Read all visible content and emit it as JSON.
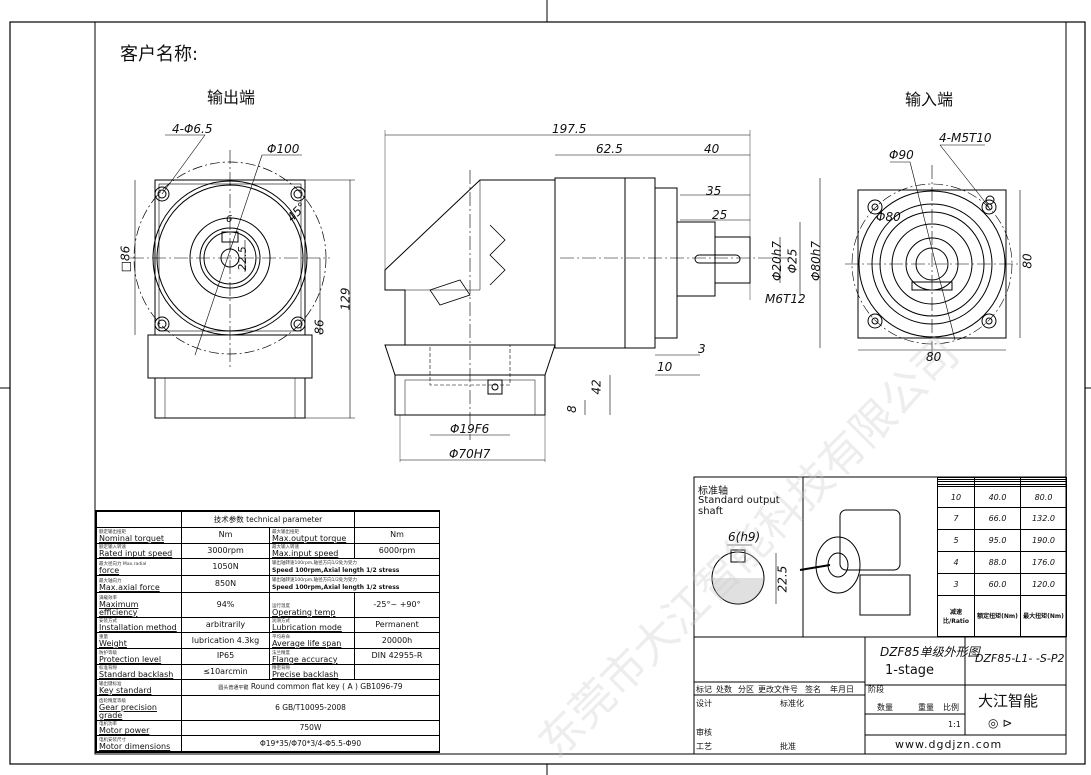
{
  "header": {
    "client_label": "客户名称:"
  },
  "views": {
    "output_side_label": "输出端",
    "input_side_label": "输入端"
  },
  "dims_left": {
    "holes": "4-Φ6.5",
    "pcd": "Φ100",
    "angle": "45°",
    "key_w": "6",
    "key_h": "22.5",
    "square": "□86",
    "h86": "86",
    "h129": "129"
  },
  "dims_mid": {
    "total": "197.5",
    "d625": "62.5",
    "d40": "40",
    "d35": "35",
    "d25": "25",
    "shaft": "Φ20h7",
    "shaft2": "Φ25",
    "pilot": "Φ80h7",
    "thread": "M6T12",
    "d3": "3",
    "d10": "10",
    "d42": "42",
    "d8": "8",
    "bore": "Φ19F6",
    "flange": "Φ70H7"
  },
  "dims_right": {
    "holes": "4-M5T10",
    "pcd": "Φ90",
    "inner": "Φ80",
    "w80": "80",
    "h80": "80"
  },
  "shaft_panel": {
    "title_cn": "标准轴",
    "title_en1": "Standard output",
    "title_en2": "shaft",
    "key": "6(h9)",
    "height": "22.5"
  },
  "tech_table": {
    "title": "技术参数  technical parameter",
    "rows": [
      {
        "l_sub": "额定输出扭矩",
        "l": "Nominal torquet",
        "lv": "Nm",
        "r_sub": "最大输出扭矩",
        "r": "Max.output torque",
        "rv": "Nm"
      },
      {
        "l_sub": "额定输入转速",
        "l": "Rated input speed",
        "lv": "3000rpm",
        "r_sub": "最大输入转速",
        "r": "Max.input speed",
        "rv": "6000rpm"
      },
      {
        "l_sub": "最大径向力 Max.radial",
        "l": "force",
        "lv": "1050N",
        "r_sub": "输出轴转速100rpm,轴径方向1/2处为受力",
        "r": "Speed 100rpm,Axial length 1/2 stress",
        "rv": ""
      },
      {
        "l_sub": "最大轴向力",
        "l": "Max.axial force",
        "lv": "850N",
        "r_sub": "输出轴转速100rpm,轴径方向1/2处为受力",
        "r": "Speed 100rpm,Axial length 1/2 stress",
        "rv": ""
      },
      {
        "l_sub": "满载效率",
        "l": "Maximum efficiency",
        "lv": "94%",
        "r_sub": "运行温度",
        "r": "Operating temp",
        "rv": "-25°~ +90°"
      },
      {
        "l_sub": "安装方式",
        "l": "Installation method",
        "lv": "arbitrarily",
        "r_sub": "润滑方式",
        "r": "Lubrication mode",
        "rv": "Permanent"
      },
      {
        "l_sub": "重量",
        "l": "Weight",
        "lv": "lubrication 4.3kg",
        "r_sub": "平均寿命",
        "r": "Average life span",
        "rv": "20000h"
      },
      {
        "l_sub": "防护等级",
        "l": "Protection level",
        "lv": "IP65",
        "r_sub": "法兰精度",
        "r": "Flange accuracy",
        "rv": "DIN 42955-R"
      },
      {
        "l_sub": "标准背隙",
        "l": "Standard backlash",
        "lv": "≤10arcmin",
        "r_sub": "精密背隙",
        "r": "Precise backlash",
        "rv": ""
      }
    ],
    "key_std_sub": "输出键标准",
    "key_std": "Key standard",
    "key_std_val_cn": "圆头普通平键",
    "key_std_val": "Round common flat key ( A ) GB1096-79",
    "gear_sub": "齿轮精度等级",
    "gear": "Gear precision grade",
    "gear_val": "6 GB/T10095-2008",
    "motor_sub": "电机功率",
    "motor": "Motor power",
    "motor_val": "750W",
    "motordim_sub": "电机安装尺寸",
    "motordim": "Motor dimensions",
    "motordim_val": "Φ19*35/Φ70*3/4-Φ5.5-Φ90"
  },
  "ratio_table": {
    "rows": [
      [
        "10",
        "40.0",
        "80.0"
      ],
      [
        "7",
        "66.0",
        "132.0"
      ],
      [
        "5",
        "95.0",
        "190.0"
      ],
      [
        "4",
        "88.0",
        "176.0"
      ],
      [
        "3",
        "60.0",
        "120.0"
      ]
    ],
    "h_ratio": "减速比/Ratio",
    "h_torque": "额定扭矩(Nm)",
    "h_max": "最大扭矩(Nm)"
  },
  "title_block": {
    "drawing_title": "DZF85单级外形图",
    "stage": "1-stage",
    "code": "DZF85-L1-  -S-P2",
    "company": "大江智能",
    "website": "www.dgdjzn.com",
    "scale": "1:1",
    "labels": {
      "mark": "标记",
      "count": "处数",
      "zone": "分区",
      "change": "更改文件号",
      "sign": "签名",
      "date": "年月日",
      "design": "设计",
      "std": "标准化",
      "review": "审核",
      "craft": "工艺",
      "approve": "批准",
      "stage_lbl": "阶段",
      "qty": "数量",
      "weight": "重量",
      "scale": "比例"
    }
  },
  "watermark": "东莞市大江智能科技有限公司"
}
